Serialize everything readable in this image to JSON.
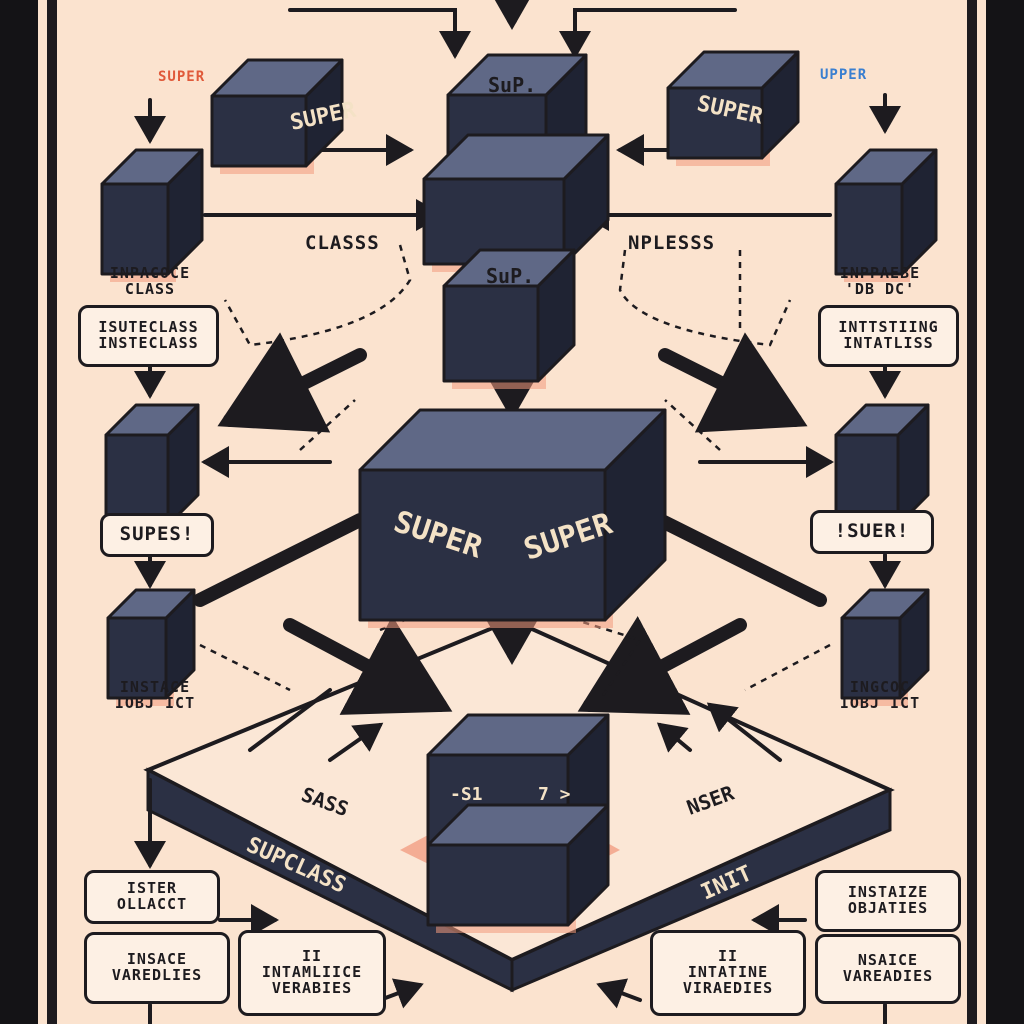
{
  "colors": {
    "background": "#fbe3cf",
    "ink": "#1d1b1f",
    "block_face": "#2b3044",
    "block_top": "#5f6886",
    "accent": "#f29a7e"
  },
  "blocks": {
    "top_left_super": "SUPER",
    "top_center": "SuP.",
    "top_right_super": "SUPER",
    "middle_top": "SuP.",
    "center_left": "SUPER",
    "center_right": "SUPER",
    "bottom_center": "-S1",
    "bottom_center_side": "7 >"
  },
  "labels": {
    "tag_left": "SUPER",
    "tag_right": "UPPER",
    "left_class": "INPACOCE\nCLASS",
    "right_class": "INPPAEBE\n'DB DC'",
    "classs_mid": "CLASSS",
    "npless_mid": "NPLESSS",
    "left_box_1": "ISUTECLASS\nINSTECLASS",
    "right_box_1": "INTTSTIING\nINTATLISS",
    "left_box_2": "SUPES!",
    "right_box_2": "!SUER!",
    "left_object": "INSTACE\nIOBJ ICT",
    "right_object": "INGCOC\nIOBJ ICT",
    "platform_left": "SUPCLASS",
    "platform_right": "INIT",
    "platform_sass": "SASS",
    "platform_nser": "NSER",
    "bottom_box_1": "ISTER\nOLLACCT",
    "bottom_box_2": "INSACE\nVAREDLIES",
    "bottom_box_3": "II\nINTAMLIICE\nVERABIES",
    "bottom_box_4": "II\nINTATINE\nVIRAEDIES",
    "bottom_box_5": "INSTAIZE\nOBJATIES",
    "bottom_box_6": "NSAICE\nVAREADIES"
  }
}
